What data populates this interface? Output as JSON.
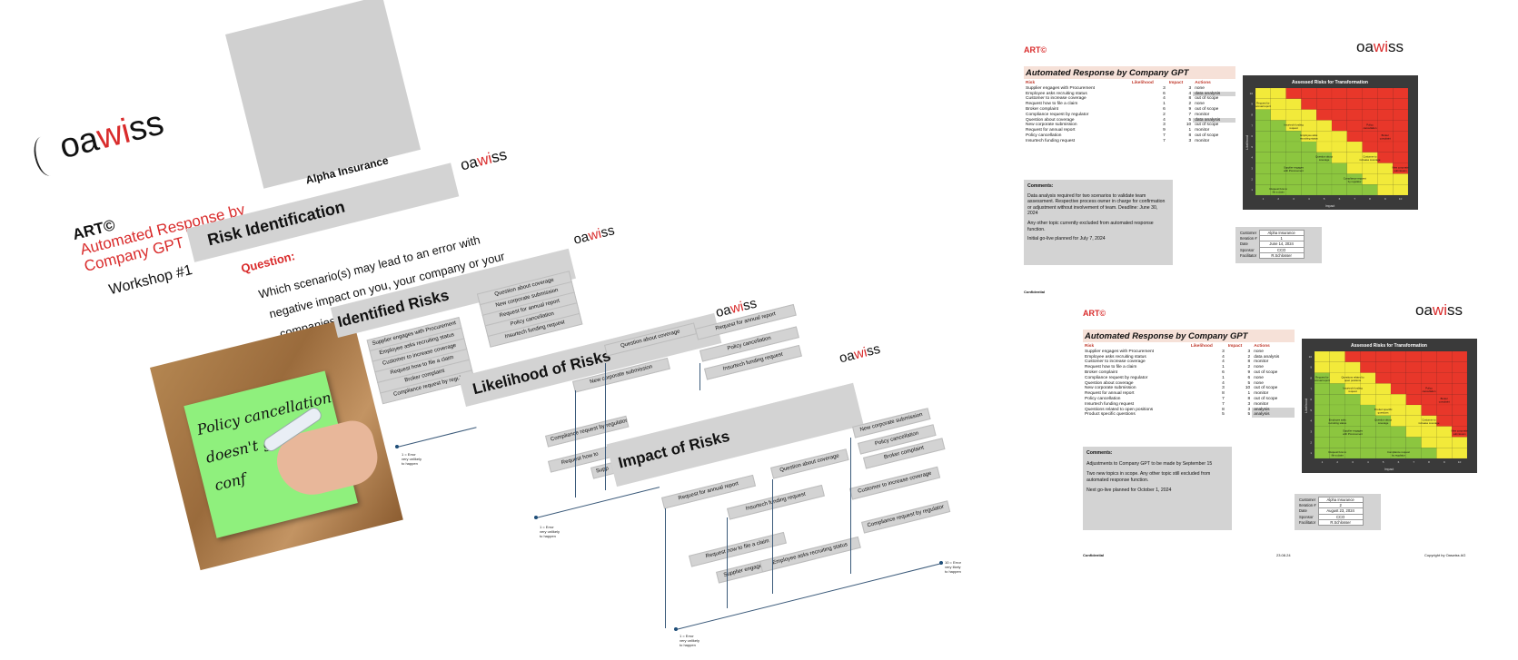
{
  "brand": {
    "oa": "oa",
    "wi": "wi",
    "ss": "ss"
  },
  "slide1": {
    "art": "ART©",
    "subtitle_line1": "Automated Response by",
    "subtitle_line2": "Company GPT",
    "workshop": "Workshop #1",
    "banner_text": "Alpha Insurance"
  },
  "slide2": {
    "title": "Risk Identification",
    "question_label": "Question:",
    "question_line1": "Which scenario(s) may lead to an error with",
    "question_line2": "negative impact on you, your company or your",
    "question_line3": "companies' ecos",
    "note_lines": [
      "Policy cancellation",
      "doesn't get",
      "conf"
    ]
  },
  "slide3": {
    "title": "Identified Risks",
    "left_items": [
      "Supplier engages with Procurement",
      "Employee asks recruiting status",
      "Customer to increase coverage",
      "Request how to file a claim",
      "Broker complaint",
      "Compliance request by regul"
    ],
    "right_items": [
      "Question about coverage",
      "New corporate submission",
      "Request for annual report",
      "Policy cancellation",
      "Insurtech funding request"
    ],
    "axis_caption": [
      "1 = Error",
      "very unlikely",
      "to happen"
    ]
  },
  "slide4": {
    "title": "Likelihood of Risks",
    "top_items": [
      "Question about coverage",
      "New corporate submission",
      "Request for annual report",
      "Policy cancellation",
      "Insurtech funding request"
    ],
    "low_items": [
      "Compliance request by regulator",
      "Request how to",
      "Supp"
    ],
    "axis_caption": [
      "1 = Error",
      "very unlikely",
      "to happen"
    ]
  },
  "slide5": {
    "title": "Impact of Risks",
    "items": [
      "Request for annual report",
      "Question about coverage",
      "Insurtech funding request",
      "Request how to file a claim",
      "Supplier engages with Procurement",
      "Employee asks recruiting status",
      "New corporate submission",
      "Policy cancellation",
      "Broker complaint",
      "Customer to increase coverage",
      "Compliance request by regulator"
    ],
    "axis_left": [
      "1 = Error",
      "very unlikely",
      "to happen"
    ],
    "axis_right": [
      "10 = Error",
      "very likely",
      "to happen"
    ]
  },
  "report1": {
    "art": "ART©",
    "header": "Automated Response by Company GPT",
    "columns": [
      "Risk",
      "Likelihood",
      "Impact",
      "Actions"
    ],
    "rows": [
      [
        "Supplier engages with Procurement",
        "3",
        "3",
        "none"
      ],
      [
        "Employee asks recruiting status",
        "6",
        "4",
        "data analysis"
      ],
      [
        "Customer to increase coverage",
        "4",
        "8",
        "out of scope"
      ],
      [
        "Request how to file a claim",
        "1",
        "2",
        "none"
      ],
      [
        "Broker complaint",
        "6",
        "9",
        "out of scope"
      ],
      [
        "Compliance request by regulator",
        "2",
        "7",
        "monitor"
      ],
      [
        "Question about coverage",
        "4",
        "5",
        "data analysis"
      ],
      [
        "New corporate submission",
        "3",
        "10",
        "out of scope"
      ],
      [
        "Request for annual report",
        "9",
        "1",
        "monitor"
      ],
      [
        "Policy cancellation",
        "7",
        "8",
        "out of scope"
      ],
      [
        "Insurtech funding request",
        "7",
        "3",
        "monitor"
      ]
    ],
    "highlight_rows": [
      1,
      6
    ],
    "comments_title": "Comments:",
    "comments": [
      "Data analysis required for two scenarios to validate team assessment. Respective process owner in charge for confirmation or adjustment without involvement of team. Deadline: June 30, 2024",
      "Any other topic currently excluded from automated response function.",
      "Initial go-live planned for July 7, 2024"
    ],
    "matrix_title": "Assessed Risks for Transformation",
    "matrix_xlabel": "Impact",
    "matrix_ylabel": "Likelihood",
    "matrix_labels": [
      "Request for annual report",
      "Insurtech funding request",
      "Employee asks recruiting status",
      "Policy cancellation",
      "Broker complaint",
      "Question about coverage",
      "Customer to increase coverage",
      "Supplier engages with Procurement",
      "Compliance request by regulator",
      "New corporate submission",
      "Request how to file a claim"
    ],
    "meta": [
      [
        "Customer",
        "Alpha Insurance"
      ],
      [
        "Iteration #",
        "1"
      ],
      [
        "Date",
        "June 14, 2024"
      ],
      [
        "Sponsor",
        "CCO"
      ],
      [
        "Facilitator",
        "R.Schlosser"
      ]
    ],
    "footer_left": "Confidential"
  },
  "report2": {
    "art": "ART©",
    "header": "Automated Response by Company GPT",
    "columns": [
      "Risk",
      "Likelihood",
      "Impact",
      "Actions"
    ],
    "rows": [
      [
        "Supplier engages with Procurement",
        "3",
        "3",
        "none"
      ],
      [
        "Employee asks recruiting status",
        "4",
        "2",
        "data analysis"
      ],
      [
        "Customer to increase coverage",
        "4",
        "8",
        "monitor"
      ],
      [
        "Request how to file a claim",
        "1",
        "2",
        "none"
      ],
      [
        "Broker complaint",
        "6",
        "9",
        "out of scope"
      ],
      [
        "Compliance request by regulator",
        "1",
        "6",
        "none"
      ],
      [
        "Question about coverage",
        "4",
        "5",
        "none"
      ],
      [
        "New corporate submission",
        "3",
        "10",
        "out of scope"
      ],
      [
        "Request for annual report",
        "8",
        "1",
        "monitor"
      ],
      [
        "Policy cancellation",
        "7",
        "8",
        "out of scope"
      ],
      [
        "Insurtech funding request",
        "7",
        "3",
        "monitor"
      ],
      [
        "Questions related to open positions",
        "8",
        "3",
        "analysis"
      ],
      [
        "Product specific questions",
        "5",
        "5",
        "analysis"
      ]
    ],
    "highlight_rows": [
      11,
      12
    ],
    "comments_title": "Comments:",
    "comments": [
      "Adjustments to Company GPT to be made by September 15",
      "Two new topics in scope. Any other topic still excluded from automated response function.",
      "Next go-live planned for October 1, 2024"
    ],
    "matrix_title": "Assessed Risks for Transformation",
    "matrix_xlabel": "Impact",
    "matrix_ylabel": "Likelihood",
    "matrix_labels": [
      "Request for annual report",
      "Questions related to open positions",
      "Insurtech funding request",
      "Policy cancellation",
      "Broker complaint",
      "Product specific questions",
      "Employee asks recruiting status",
      "Question about coverage",
      "Customer to increase coverage",
      "Supplier engages with Procurement",
      "New corporate submission",
      "Request how to file a claim",
      "Compliance request by regulator"
    ],
    "meta": [
      [
        "Customer",
        "Alpha Insurance"
      ],
      [
        "Iteration #",
        "2"
      ],
      [
        "Date",
        "August 23, 2024"
      ],
      [
        "Sponsor",
        "CCO"
      ],
      [
        "Facilitator",
        "R.Schlosser"
      ]
    ],
    "footer_left": "Confidential",
    "footer_mid": "23.08.24",
    "footer_right": "Copyright by Oaswiss AG"
  },
  "colors": {
    "red": "#d92b2b",
    "grey": "#d3d3d3",
    "navy": "#1f4e79",
    "note": "#8ff07d"
  }
}
